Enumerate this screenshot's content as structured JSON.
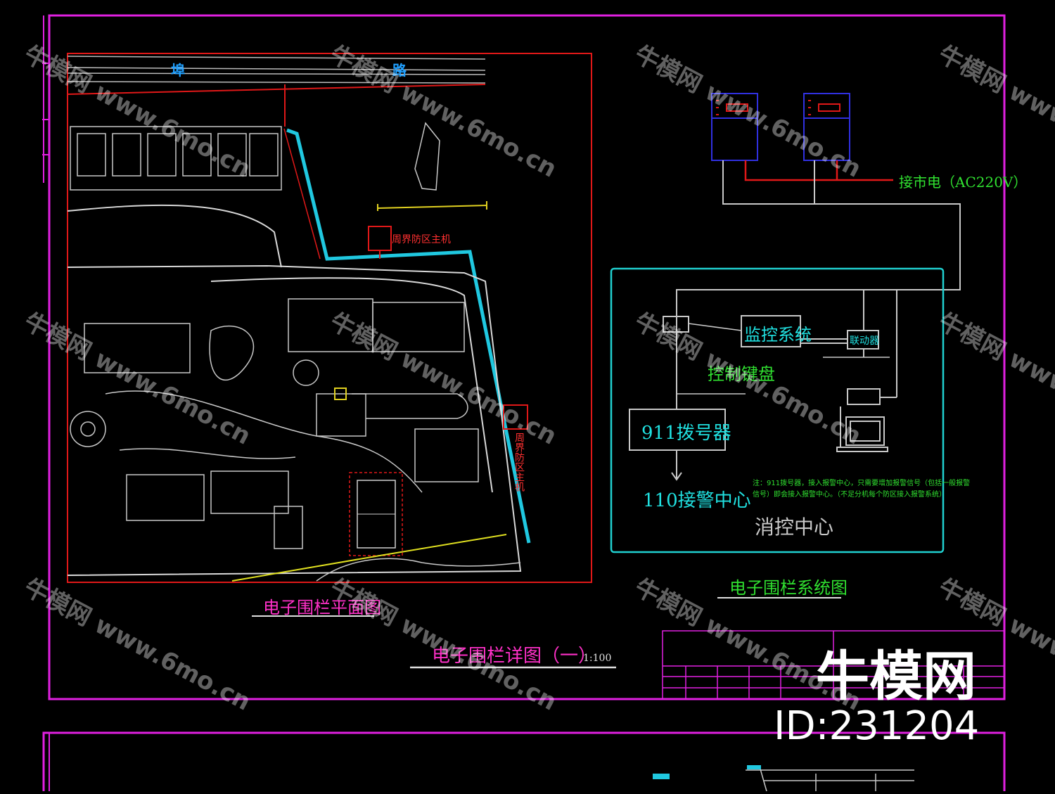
{
  "site_plan": {
    "road_label_1": "埠",
    "road_label_2": "路",
    "host_label_top": "周界防区主机",
    "host_label_right": "周界防区主机",
    "caption": "电子围栏平面图"
  },
  "system_diagram": {
    "mains_label": "接市电（AC220V）",
    "monitor_box": "监控系统",
    "linkage_box": "联动器",
    "keyboard_label": "控制键盘",
    "dialer_box": "911拨号器",
    "alarm_center": "110接警中心",
    "control_center": "消控中心",
    "note_line_1": "注：911拨号器，接入报警中心，只需要增加报警信号（包括一般报警",
    "note_line_2": "信号）即会接入报警中心。（不足分机每个防区接入报警系统）",
    "caption": "电子围栏系统图"
  },
  "sheet": {
    "title": "电子围栏详图（一）",
    "scale": "1:100"
  },
  "branding": {
    "logo": "牛模网",
    "watermark_brand": "牛模网",
    "watermark_url": "www.6mo.cn",
    "id": "ID:231204"
  },
  "colors": {
    "border": "#e020e0",
    "plan_frame": "#e01818",
    "fence": "#20c8e0",
    "lines": "#c8c8c8",
    "cyan_text": "#20e0e0",
    "green_text": "#30e030",
    "magenta_text": "#ff30c8"
  }
}
